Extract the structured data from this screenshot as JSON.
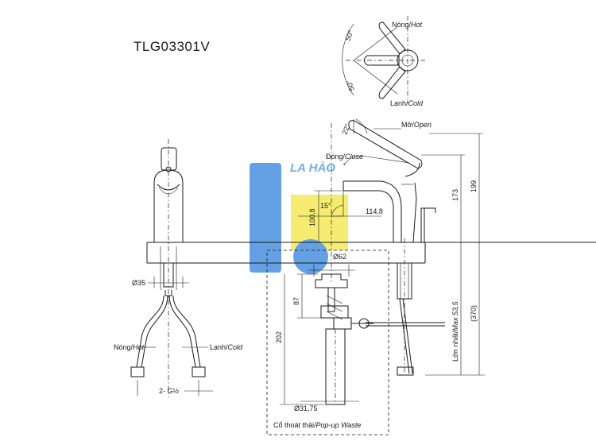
{
  "model": "TLG03301V",
  "brand_watermark": "LA HÀO",
  "colors": {
    "line": "#1a1a1a",
    "watermark_blue": "#4a90e0",
    "watermark_yellow": "#f5e95a"
  },
  "top_view": {
    "hot_label": "Nóng/",
    "hot_en": "Hot",
    "cold_label": "Lạnh/",
    "cold_en": "Cold",
    "angle_hot": "50°",
    "angle_cold": "50°"
  },
  "side_view": {
    "open_label": "Mở/",
    "open_en": "Open",
    "close_label": "Đóng/",
    "close_en": "Close",
    "lever_angle": "22°",
    "spout_angle": "15°",
    "dim_spout_reach": "114,8",
    "dim_spout_height": "100,8",
    "dim_173": "173",
    "dim_199": "199",
    "dim_62": "Ø62",
    "dim_87": "87",
    "dim_202": "202",
    "dim_3175": "Ø31,75",
    "dim_max": "Lớn nhất/",
    "dim_max_en": "Max 53,5",
    "dim_370": "(370)",
    "waste_label": "Cổ thoát thải/",
    "waste_en": "Pop-up Waste"
  },
  "front_view": {
    "dim_35": "Ø35",
    "hot_label": "Nóng/",
    "hot_en": "Hot",
    "cold_label": "Lạnh/",
    "cold_en": "Cold",
    "dim_g12": "2- G½"
  }
}
